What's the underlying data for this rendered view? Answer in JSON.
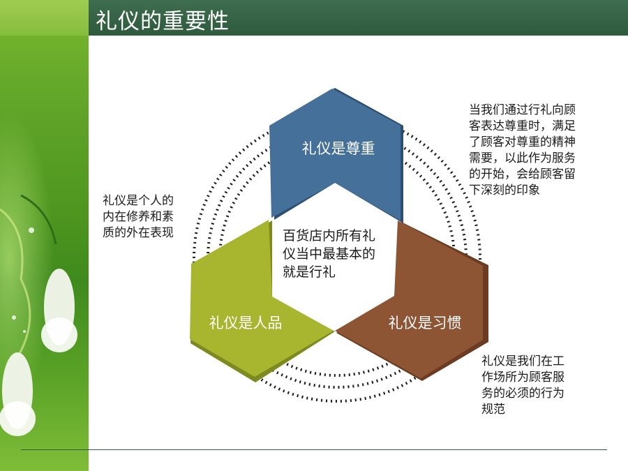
{
  "title": "礼仪的重要性",
  "center_text": [
    "百货店内所有礼",
    "仪当中最基本的",
    "就是行礼"
  ],
  "hexagons": {
    "top": {
      "label": "礼仪是尊重",
      "color": "#44709a"
    },
    "left": {
      "label": "礼仪是人品",
      "color": "#a8b52e"
    },
    "right": {
      "label": "礼仪是习惯",
      "color": "#8e5535"
    }
  },
  "notes": {
    "top_right": [
      "当我们通过行礼向顾",
      "客表达尊重时，满足",
      "了顾客对尊重的精神",
      "需要，以此作为服务",
      "的开始，会给顾客留",
      "下深刻的印象"
    ],
    "left": [
      "礼仪是个人的",
      "内在修养和素",
      "质的外在表现"
    ],
    "bottom_right": [
      "礼仪是我们在工",
      "作场所为顾客服",
      "务的必须的行为",
      "规范"
    ]
  }
}
